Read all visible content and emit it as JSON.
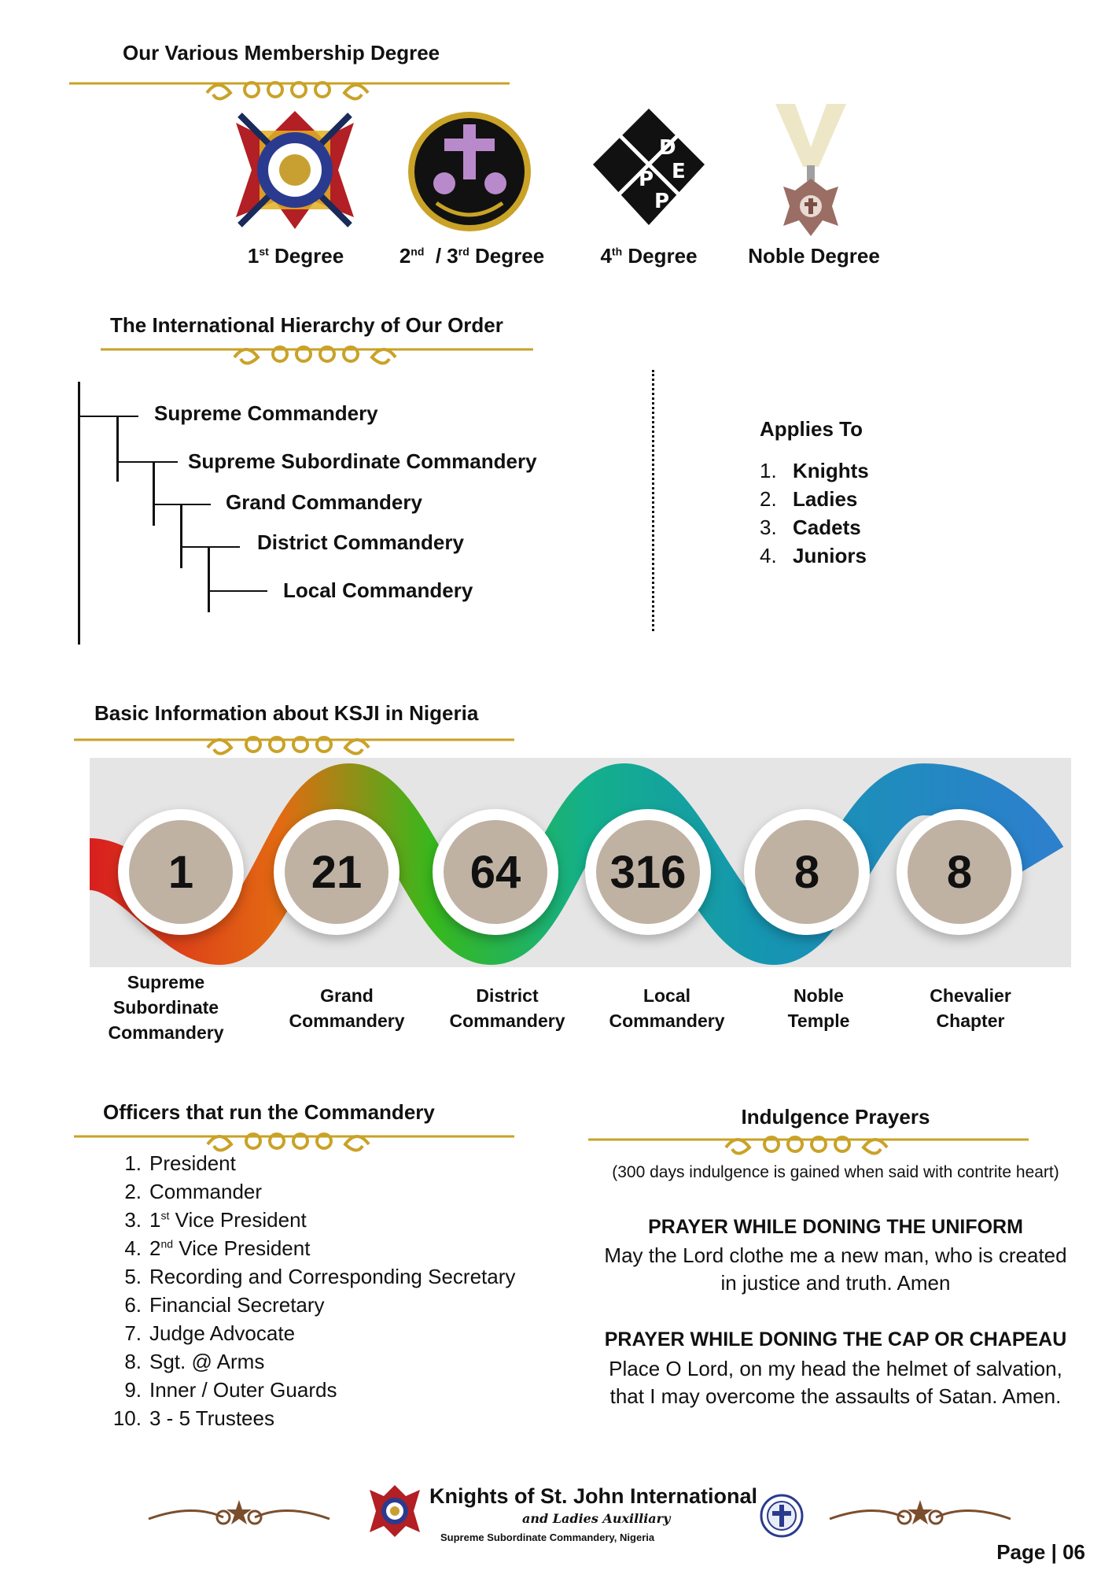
{
  "sections": {
    "membership": "Our Various Membership Degree",
    "hierarchy": "The International Hierarchy of Our Order",
    "basic_info": "Basic Information about KSJI in Nigeria",
    "officers": "Officers that run the Commandery",
    "prayers": "Indulgence Prayers"
  },
  "degrees": [
    {
      "num": "1",
      "suffix": "st",
      "rest": "Degree",
      "icon": "knights-emblem-icon"
    },
    {
      "num": "2",
      "suffix": "nd",
      "mid": "/ 3",
      "suffix2": "rd",
      "rest": "Degree",
      "icon": "ladies-emblem-icon"
    },
    {
      "num": "4",
      "suffix": "th",
      "rest": "Degree",
      "icon": "dep-cross-icon"
    },
    {
      "label": "Noble Degree",
      "icon": "medal-icon"
    }
  ],
  "hierarchy": [
    "Supreme Commandery",
    "Supreme Subordinate Commandery",
    "Grand Commandery",
    "District Commandery",
    "Local Commandery"
  ],
  "applies": {
    "title": "Applies To",
    "items": [
      {
        "n": "1.",
        "t": "Knights"
      },
      {
        "n": "2.",
        "t": "Ladies"
      },
      {
        "n": "3.",
        "t": "Cadets"
      },
      {
        "n": "4.",
        "t": "Juniors"
      }
    ]
  },
  "stats": [
    {
      "value": "1",
      "label1": "Supreme",
      "label2": "Subordinate",
      "label3": "Commandery",
      "color": "#d81f1f"
    },
    {
      "value": "21",
      "label1": "Grand",
      "label2": "Commandery",
      "color": "#e36a12"
    },
    {
      "value": "64",
      "label1": "District",
      "label2": "Commandery",
      "color": "#37b81c"
    },
    {
      "value": "316",
      "label1": "Local",
      "label2": "Commandery",
      "color": "#14b08a"
    },
    {
      "value": "8",
      "label1": "Noble",
      "label2": "Temple",
      "color": "#1596b0"
    },
    {
      "value": "8",
      "label1": "Chevalier",
      "label2": "Chapter",
      "color": "#2c80cc"
    }
  ],
  "officers": [
    {
      "n": "1.",
      "t": "President"
    },
    {
      "n": "2.",
      "t": "Commander"
    },
    {
      "n": "3.",
      "pre": "1",
      "sup": "st",
      "t": " Vice President"
    },
    {
      "n": "4.",
      "pre": "2",
      "sup": "nd",
      "t": " Vice President"
    },
    {
      "n": "5.",
      "t": "Recording and Corresponding Secretary"
    },
    {
      "n": "6.",
      "t": "Financial Secretary"
    },
    {
      "n": "7.",
      "t": "Judge Advocate"
    },
    {
      "n": "8.",
      "t": "Sgt. @ Arms"
    },
    {
      "n": "9.",
      "t": "Inner / Outer Guards"
    },
    {
      "n": "10.",
      "t": "3 - 5 Trustees"
    }
  ],
  "prayers": {
    "note": "(300 days indulgence is gained when said with contrite heart)",
    "p1_head": "PRAYER WHILE DONING THE UNIFORM",
    "p1_line1": "May the Lord clothe me a new man, who is created",
    "p1_line2": "in justice and truth. Amen",
    "p2_head": "PRAYER WHILE DONING THE CAP OR CHAPEAU",
    "p2_line1": "Place O Lord, on my head the helmet of salvation,",
    "p2_line2": "that I may overcome the assaults of Satan. Amen."
  },
  "footer": {
    "title": "Knights of St. John International",
    "subtitle": "and Ladies Auxilliary",
    "subtitle2": "Supreme Subordinate Commandery, Nigeria",
    "page": "Page | 06"
  },
  "colors": {
    "gold": "#c9a227",
    "brown": "#7a4e2d",
    "stat_circle": "#bfb2a3",
    "band": "#e5e5e5"
  }
}
